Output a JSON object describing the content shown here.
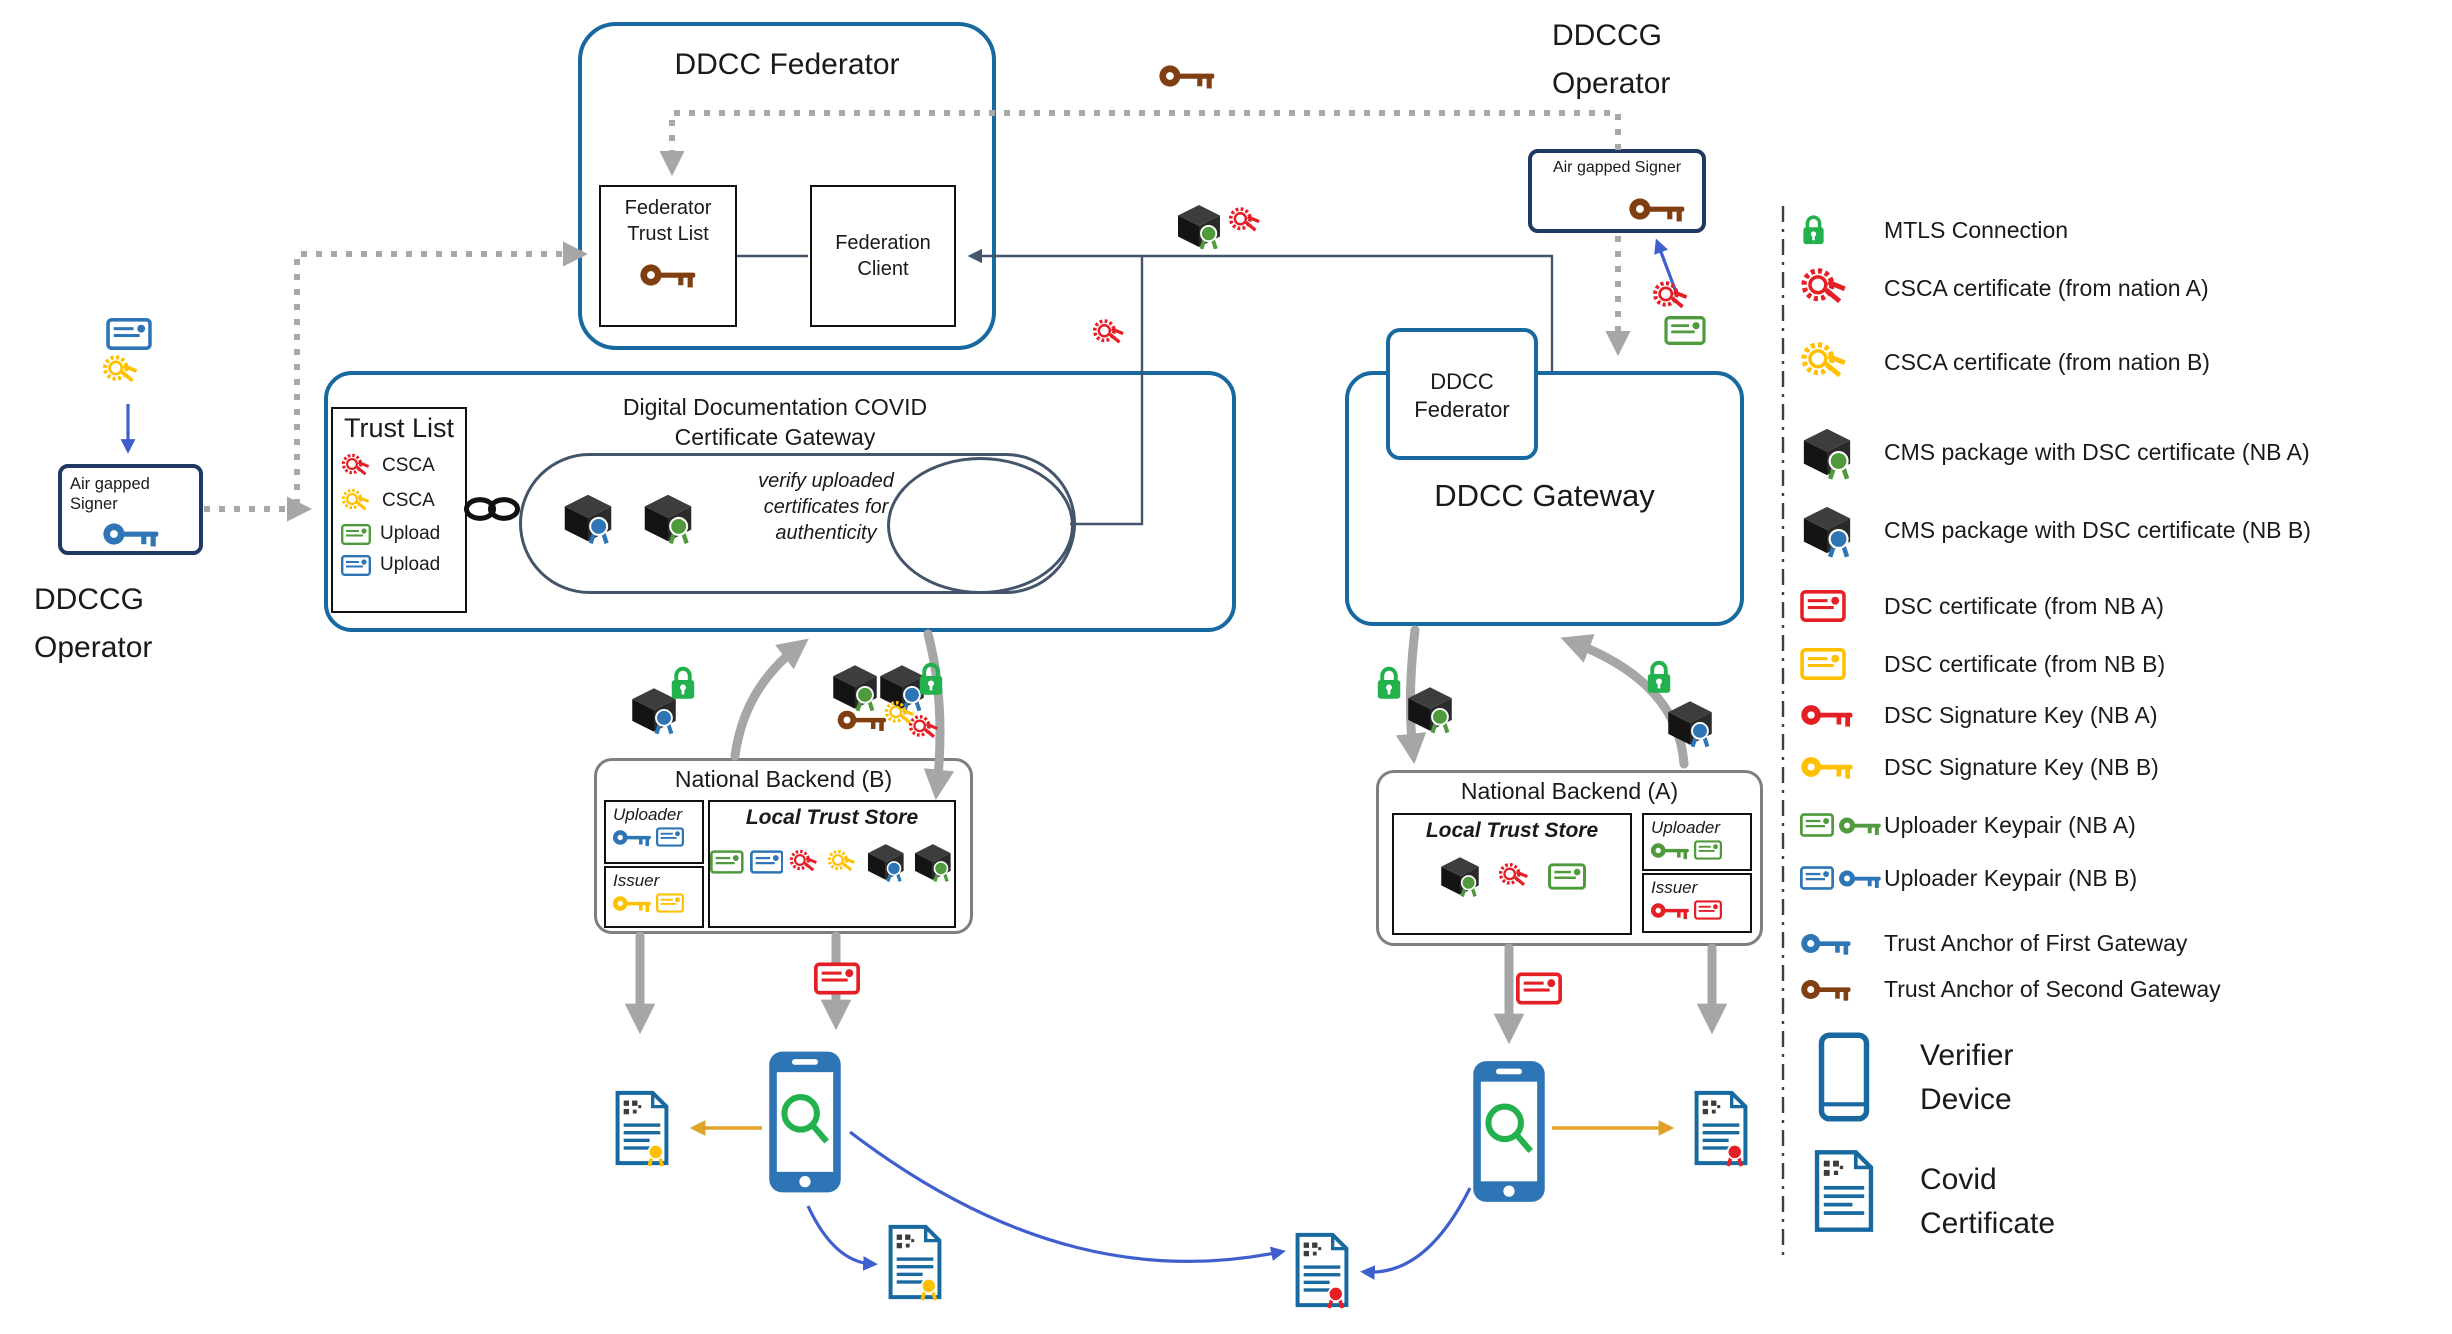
{
  "colors": {
    "box_blue": "#1769a0",
    "navy": "#44546a",
    "signer_navy": "#1f3864",
    "gray": "#a6a6a6",
    "red": "#e51f26",
    "yellow": "#ffc000",
    "green": "#4e9a3c",
    "lock_green": "#23b14d",
    "blue": "#2e75b6",
    "brown": "#7f3f10",
    "orange": "#e0a228",
    "arrow_blue": "#3f5fcf"
  },
  "federator": {
    "title": "DDCC Federator",
    "trust_list_label": "Federator Trust List",
    "client_label": "Federation Client"
  },
  "operator_top_right": {
    "name_line1": "DDCCG",
    "name_line2": "Operator",
    "signer_label": "Air gapped Signer"
  },
  "operator_left": {
    "name_line1": "DDCCG",
    "name_line2": "Operator",
    "signer_label": "Air gapped Signer"
  },
  "gateway": {
    "title_line1": "Digital Documentation COVID",
    "title_line2": "Certificate Gateway",
    "verify_note": "verify uploaded certificates for authenticity",
    "trust_list": {
      "title": "Trust List",
      "rows": [
        {
          "icon": "csca-certificate-a",
          "label": "CSCA"
        },
        {
          "icon": "csca-certificate-b",
          "label": "CSCA"
        },
        {
          "icon": "upload-certificate-a",
          "label": "Upload"
        },
        {
          "icon": "upload-certificate-b",
          "label": "Upload"
        }
      ]
    }
  },
  "gateway2": {
    "title": "DDCC Gateway",
    "federator_line1": "DDCC",
    "federator_line2": "Federator"
  },
  "national_backend_b": {
    "title": "National Backend (B)",
    "uploader_label": "Uploader",
    "issuer_label": "Issuer",
    "trust_store_label": "Local Trust Store"
  },
  "national_backend_a": {
    "title": "National Backend (A)",
    "uploader_label": "Uploader",
    "issuer_label": "Issuer",
    "trust_store_label": "Local Trust Store"
  },
  "legend": {
    "items": [
      {
        "icon": "mtls-lock",
        "label": "MTLS Connection"
      },
      {
        "icon": "csca-certificate-a",
        "label": "CSCA certificate (from nation A)"
      },
      {
        "icon": "csca-certificate-b",
        "label": "CSCA certificate (from nation B)"
      },
      {
        "icon": "cms-package-a",
        "label": "CMS package with DSC certificate (NB A)"
      },
      {
        "icon": "cms-package-b",
        "label": "CMS package with DSC certificate (NB B)"
      },
      {
        "icon": "dsc-certificate-a",
        "label": "DSC certificate (from NB A)"
      },
      {
        "icon": "dsc-certificate-b",
        "label": "DSC certificate (from NB B)"
      },
      {
        "icon": "dsc-signature-key-a",
        "label": "DSC Signature Key (NB A)"
      },
      {
        "icon": "dsc-signature-key-b",
        "label": "DSC Signature Key (NB B)"
      },
      {
        "icon": "uploader-keypair-a",
        "label": "Uploader Keypair (NB A)"
      },
      {
        "icon": "uploader-keypair-b",
        "label": "Uploader Keypair (NB B)"
      },
      {
        "icon": "trust-anchor-first",
        "label": "Trust Anchor of First Gateway"
      },
      {
        "icon": "trust-anchor-second",
        "label": "Trust Anchor of Second Gateway"
      }
    ],
    "verifier_line1": "Verifier",
    "verifier_line2": "Device",
    "covid_line1": "Covid",
    "covid_line2": "Certificate"
  }
}
